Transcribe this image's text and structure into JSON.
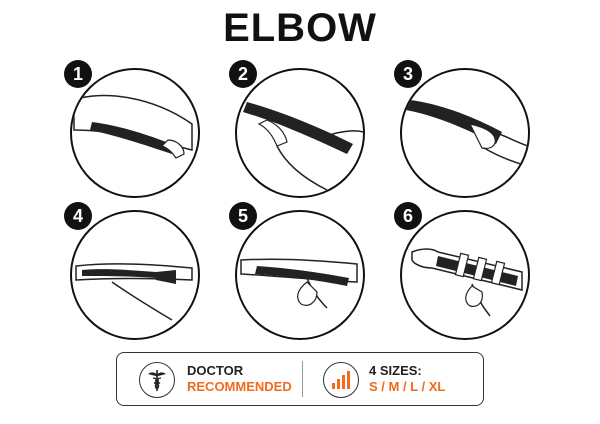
{
  "title": "ELBOW",
  "steps": [
    {
      "number": "1"
    },
    {
      "number": "2"
    },
    {
      "number": "3"
    },
    {
      "number": "4"
    },
    {
      "number": "5"
    },
    {
      "number": "6"
    }
  ],
  "info": {
    "doctor_line1": "DOCTOR",
    "doctor_line2": "RECOMMENDED",
    "sizes_line1": "4 SIZES:",
    "sizes_line2": "S / M / L / XL",
    "accent_color": "#f26a1b",
    "icons": [
      "caduceus-icon",
      "size-bars-icon"
    ]
  }
}
